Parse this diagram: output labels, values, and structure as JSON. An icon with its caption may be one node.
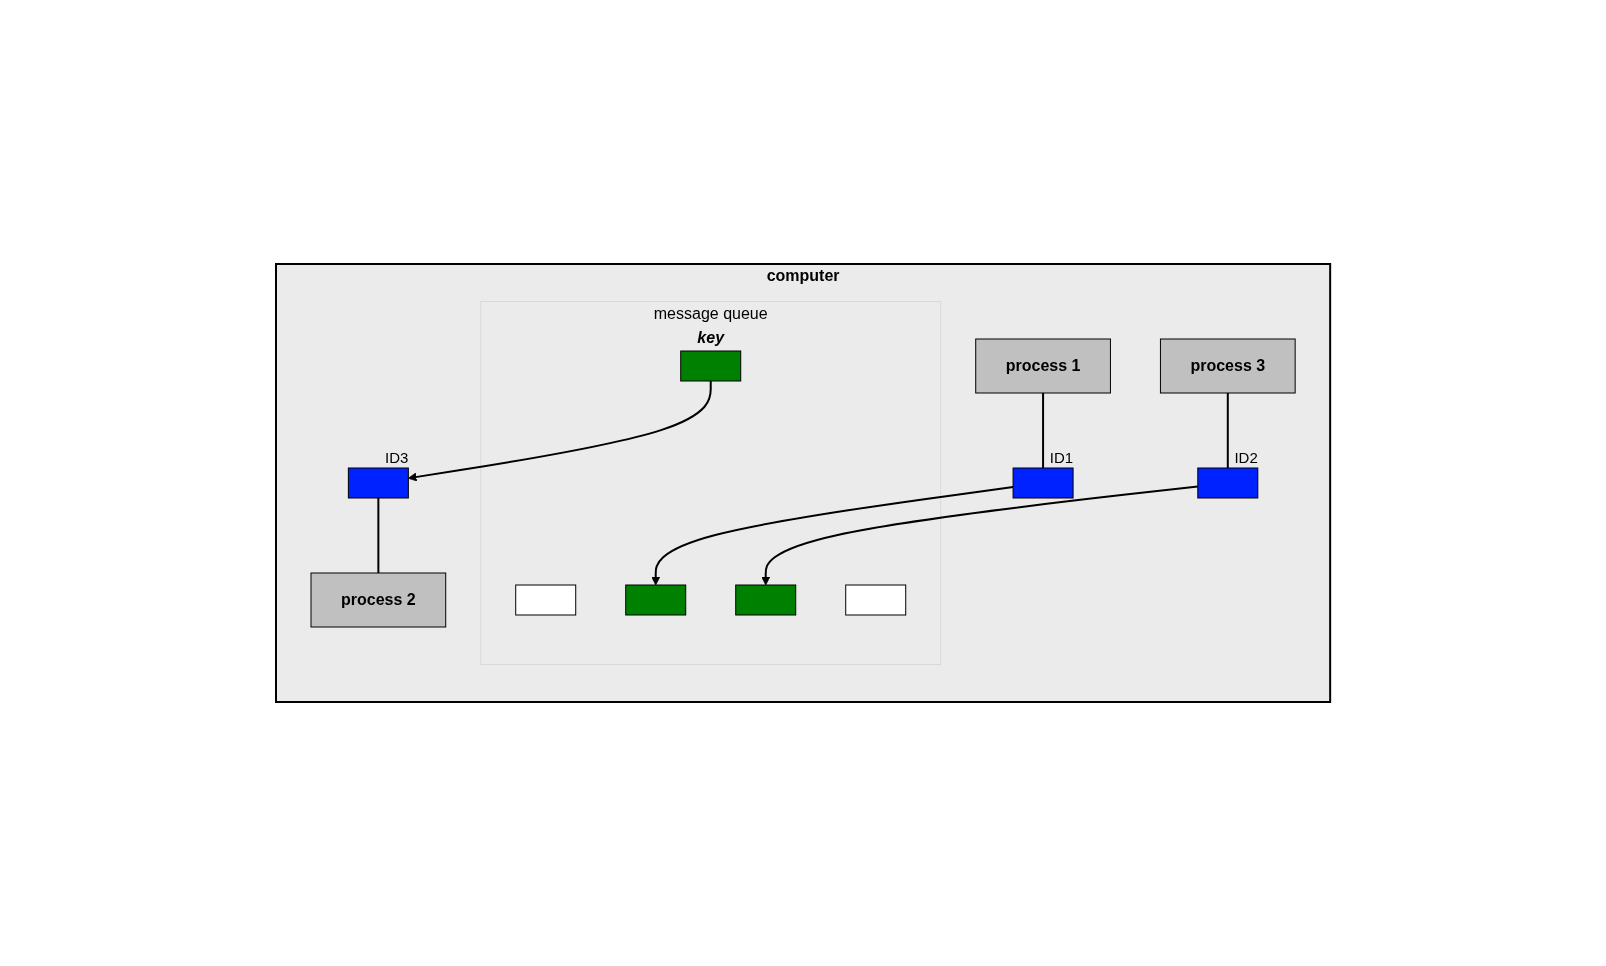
{
  "diagram": {
    "nodes": [
      {
        "text": [
          "computer"
        ]
      },
      {
        "text": [
          "message queue",
          "key"
        ],
        "in": 0
      },
      {
        "text": [],
        "shape": "box",
        "in": 1
      },
      {
        "text": [],
        "shape": "box",
        "in": 1
      },
      {
        "text": [],
        "shape": "box",
        "in": 1
      },
      {
        "text": [],
        "shape": "box",
        "in": 1
      },
      {
        "text": [],
        "shape": "box",
        "in": 1
      },
      {
        "text": [
          "process 1"
        ],
        "in": 0
      },
      {
        "text": [],
        "shape": "box",
        "beside": [
          "ID1"
        ],
        "in": 0
      },
      {
        "text": [],
        "shape": "box",
        "beside": [
          "ID3"
        ],
        "in": 0
      },
      {
        "text": [
          "process 2"
        ],
        "in": 0
      },
      {
        "text": [],
        "shape": "box",
        "beside": [
          "ID2"
        ],
        "in": 0
      },
      {
        "text": [
          "process 3"
        ],
        "in": 0
      }
    ],
    "edges": [
      {
        "from": 7,
        "to": 8,
        "arrow": "none"
      },
      {
        "from": 8,
        "to": 4,
        "arrow": "to"
      },
      {
        "from": 11,
        "to": 5,
        "arrow": "to"
      },
      {
        "from": 6,
        "to": 9,
        "arrow": "to"
      },
      {
        "from": 9,
        "to": 10,
        "arrow": "none"
      },
      {
        "from": 12,
        "to": 11,
        "arrow": "none"
      }
    ]
  }
}
